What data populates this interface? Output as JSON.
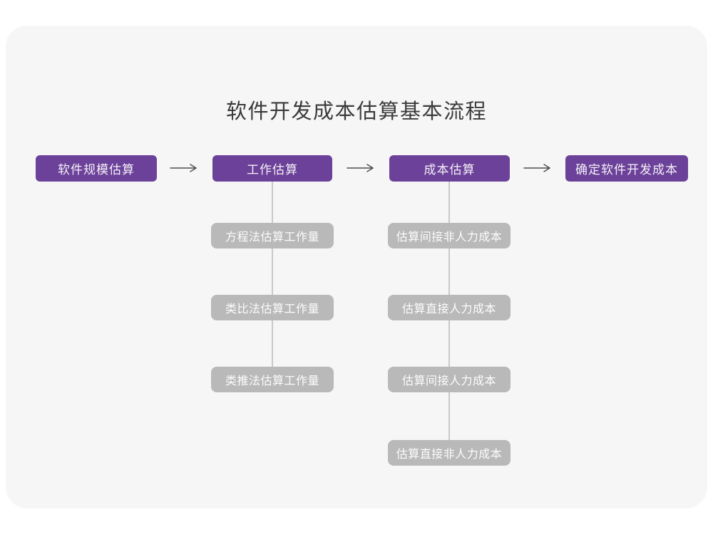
{
  "title": "软件开发成本估算基本流程",
  "colors": {
    "main_node_purple": "#6C4199",
    "sub_node_gray": "#b9b9b9",
    "card_background": "#f6f6f6",
    "connector_line": "#c9c9c9",
    "arrow": "#4d4d4d",
    "title_text": "#3b3b3b"
  },
  "main_nodes": [
    {
      "label": "软件规模估算"
    },
    {
      "label": "工作估算"
    },
    {
      "label": "成本估算"
    },
    {
      "label": "确定软件开发成本"
    }
  ],
  "work_estimation_methods": [
    {
      "label": "方程法估算工作量"
    },
    {
      "label": "类比法估算工作量"
    },
    {
      "label": "类推法估算工作量"
    }
  ],
  "cost_estimation_steps": [
    {
      "label": "估算间接非人力成本"
    },
    {
      "label": "估算直接人力成本"
    },
    {
      "label": "估算间接人力成本"
    },
    {
      "label": "估算直接非人力成本"
    }
  ]
}
